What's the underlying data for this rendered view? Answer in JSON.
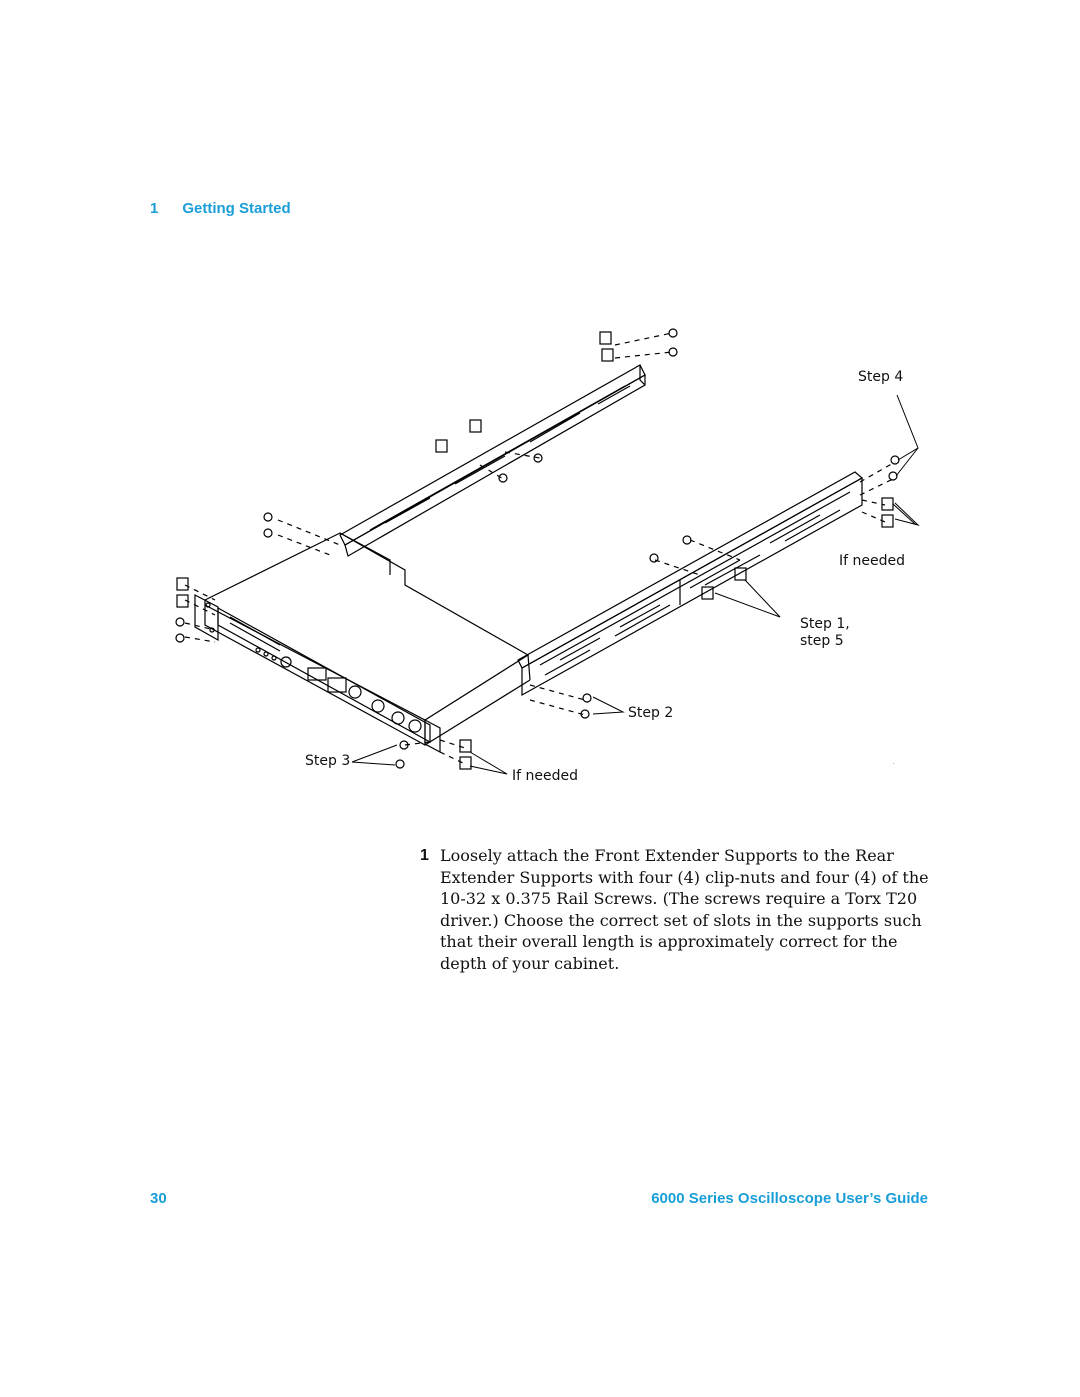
{
  "header": {
    "chapter_number": "1",
    "chapter_title": "Getting Started"
  },
  "figure": {
    "callouts": {
      "step4": "Step 4",
      "if_needed_right": "If needed",
      "step1_line1": "Step 1,",
      "step1_line2": "step 5",
      "step2": "Step 2",
      "step3": "Step 3",
      "if_needed_bottom": "If needed"
    }
  },
  "instructions": [
    {
      "number": "1",
      "text": "Loosely attach the Front Extender Supports to the Rear Extender Supports with four (4) clip-nuts and four (4) of the 10-32 x 0.375 Rail Screws. (The screws require a Torx T20 driver.) Choose the correct set of slots in the supports such that their overall length is approximately correct for the depth of your cabinet."
    }
  ],
  "footer": {
    "page_number": "30",
    "guide_title": "6000 Series Oscilloscope User’s Guide"
  }
}
